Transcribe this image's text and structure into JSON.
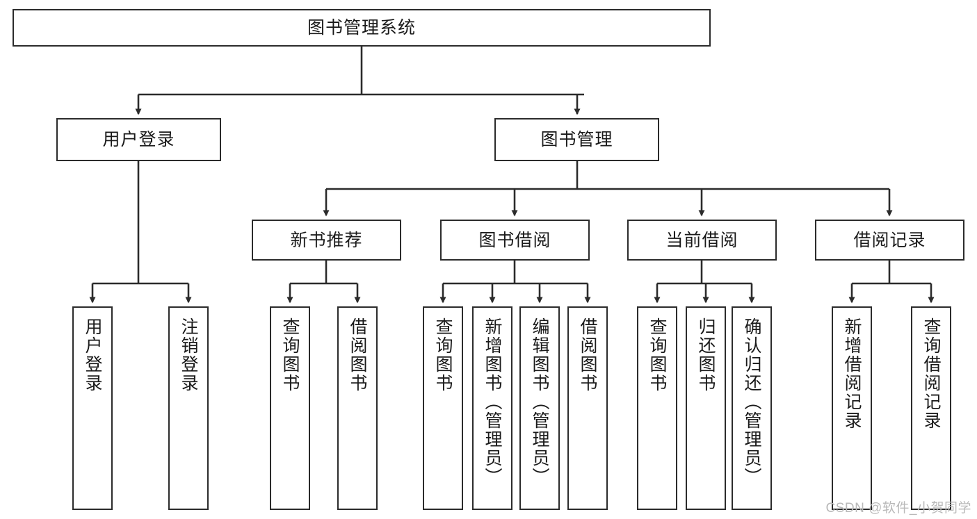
{
  "diagram": {
    "title": "图书管理系统",
    "type": "tree-hierarchy",
    "colors": {
      "box_border": "#2b2b2b",
      "box_fill": "#ffffff",
      "edge": "#2b2b2b",
      "text": "#1a1a1a",
      "watermark": "#b9b9b9",
      "background": "#ffffff"
    },
    "watermark": "CSDN @软件_小贺同学",
    "nodes": {
      "root": {
        "label": "图书管理系统"
      },
      "level2": [
        {
          "label": "用户登录"
        },
        {
          "label": "图书管理"
        }
      ],
      "level3": [
        {
          "label": "新书推荐"
        },
        {
          "label": "图书借阅"
        },
        {
          "label": "当前借阅"
        },
        {
          "label": "借阅记录"
        }
      ],
      "leaves": {
        "user_login": [
          {
            "label": "用户登录"
          },
          {
            "label": "注销登录"
          }
        ],
        "new_book_recommend": [
          {
            "label": "查询图书"
          },
          {
            "label": "借阅图书"
          }
        ],
        "book_borrow": [
          {
            "label": "查询图书"
          },
          {
            "label": "新增图书（管理员）"
          },
          {
            "label": "编辑图书（管理员）"
          },
          {
            "label": "借阅图书"
          }
        ],
        "current_borrow": [
          {
            "label": "查询图书"
          },
          {
            "label": "归还图书"
          },
          {
            "label": "确认归还（管理员）"
          }
        ],
        "borrow_record": [
          {
            "label": "新增借阅记录"
          },
          {
            "label": "查询借阅记录"
          }
        ]
      }
    }
  }
}
